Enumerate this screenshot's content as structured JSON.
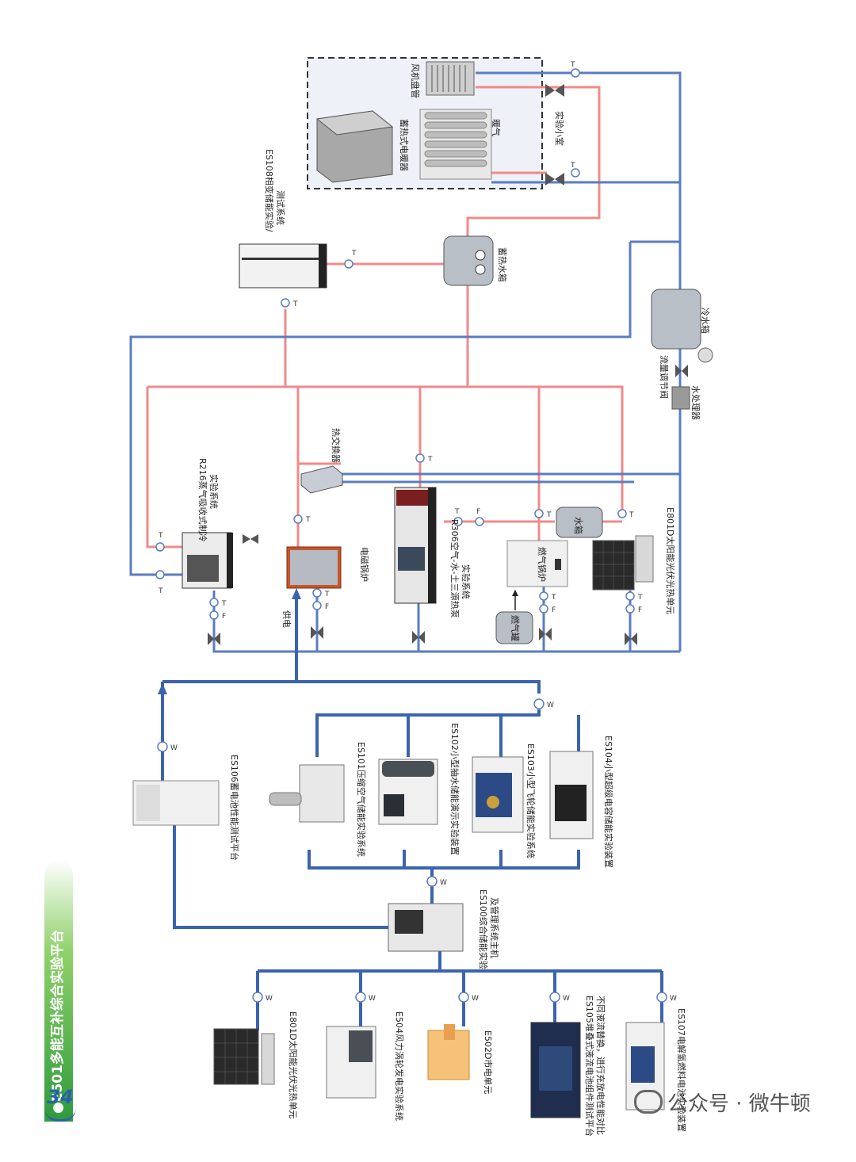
{
  "page": {
    "number": "34",
    "title": "●E501多能互补综合实验平台"
  },
  "watermark": "公众号 · 微牛顿",
  "colors": {
    "hot": "#f08a8a",
    "cold": "#5a7dbf",
    "power": "#3b63b0",
    "banner": "#2e9b3c"
  },
  "labels": {
    "es108": "ES108相变储能实验/",
    "es108b": "测试系统",
    "fan_coil": "风机盘管",
    "heater": "蓄热式电暖器",
    "radiator": "暖气",
    "lab_room": "实验小室",
    "heat_tank": "蓄热水箱",
    "cold_tank": "冷水箱",
    "flow_valve": "流量调节阀",
    "water_treat": "水处理器",
    "hx": "热交换器",
    "r216": "R216蒸气吸收式制冷",
    "r216b": "实验系统",
    "e_boiler": "电磁锅炉",
    "r306": "R306空气-水-土三源热泵",
    "r306b": "实验系统",
    "water_tank": "水箱",
    "gas_boiler": "燃气锅炉",
    "gas_tank": "燃气罐",
    "e801_top": "E801D太阳能光伏光热单元",
    "power_supply": "供电",
    "es106": "ES106蓄电池性能测试平台",
    "es101": "ES101压缩空气储能实验系统",
    "es102": "ES102小型抽水储能演示实验装置",
    "es103": "ES103小型飞轮储能实验系统",
    "es104": "ES104小型超级电容储能实验装置",
    "es100": "ES100综合储能实验",
    "es100b": "及管理系统主机",
    "e801_bot": "E801D太阳能光伏光热单元",
    "e504": "E504风力涡轮发电实验系统",
    "e502": "E502D市电单元",
    "es105": "ES105堆叠式液流电池组件测试平台",
    "es105b": "不同液流替换，进行充放电性能对比",
    "es107": "ES107电解氢燃料电池实验装置"
  },
  "meter_letters": {
    "T": "T",
    "F": "F",
    "W": "W"
  }
}
